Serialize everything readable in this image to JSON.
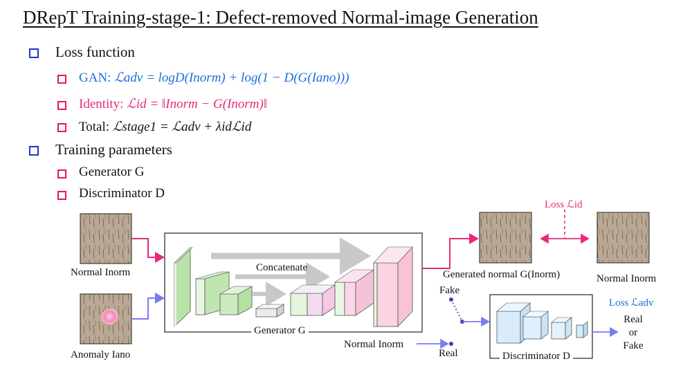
{
  "title": "DRepT Training-stage-1: Defect-removed Normal-image Generation",
  "bullets": {
    "loss_function": "Loss function",
    "gan_prefix": "GAN: ",
    "gan_formula": "ℒadv = logD(Inorm) + log(1 − D(G(Iano)))",
    "identity_prefix": "Identity: ",
    "identity_formula": "ℒid = ‖Inorm − G(Inorm)‖",
    "total_prefix": "Total: ",
    "total_formula": "ℒstage1 = ℒadv + λidℒid",
    "training_parameters": "Training parameters",
    "generator": "Generator G",
    "discriminator": "Discriminator D"
  },
  "diagram": {
    "normal_input_label": "Normal Inorm",
    "anomaly_input_label": "Anomaly Iano",
    "concatenate_label": "Concatenate",
    "generator_label": "Generator G",
    "generated_label": "Generated normal G(Inorm)",
    "target_normal_label": "Normal Inorm",
    "loss_id_label": "Loss ℒid",
    "loss_adv_label": "Loss ℒadv",
    "fake_label": "Fake",
    "real_label": "Real",
    "normal_real_label": "Normal Inorm",
    "discriminator_label": "Discriminator D",
    "output_label_1": "Real",
    "output_label_2": "or",
    "output_label_3": "Fake"
  },
  "colors": {
    "accent_blue": "#1a6fe0",
    "accent_pink": "#e6297a",
    "bullet_blue": "#1f35c8",
    "bullet_red": "#e6194b",
    "arrow_purple": "#7a7cf0",
    "texture": "#b9a893"
  }
}
